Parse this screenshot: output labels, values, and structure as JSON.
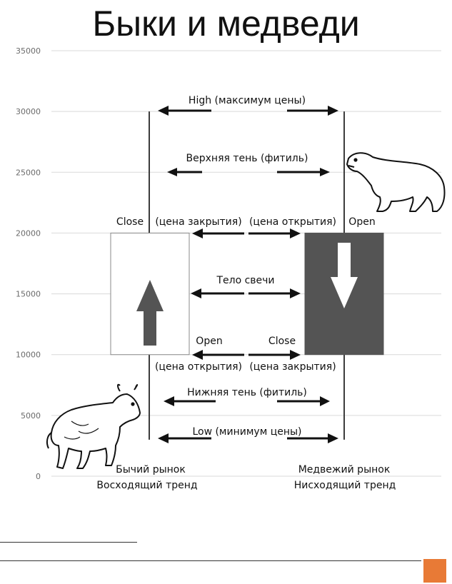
{
  "title": "Быки и медведи",
  "chart_data": {
    "type": "candlestick",
    "ylim": [
      0,
      35000
    ],
    "yticks": [
      0,
      5000,
      10000,
      15000,
      20000,
      25000,
      30000,
      35000
    ],
    "grid": true,
    "candles": [
      {
        "name": "bull",
        "open": 10000,
        "close": 20000,
        "high": 30000,
        "low": 3000,
        "color": "#ffffff",
        "direction": "up"
      },
      {
        "name": "bear",
        "open": 20000,
        "close": 10000,
        "high": 30000,
        "low": 3000,
        "color": "#545454",
        "direction": "down"
      }
    ],
    "annotations": {
      "high": "High (максимум цены)",
      "upper_shadow": "Верхняя тень (фитиль)",
      "close_top": "Close",
      "close_top_note": "(цена закрытия)",
      "open_top_note": "(цена открытия)",
      "open_top": "Open",
      "body": "Тело свечи",
      "open_bottom": "Open",
      "close_bottom": "Close",
      "open_bottom_note": "(цена открытия)",
      "close_bottom_note": "(цена закрытия)",
      "lower_shadow": "Нижняя тень (фитиль)",
      "low": "Low (минимум цены)"
    },
    "categories": [
      {
        "market": "Бычий рынок",
        "trend": "Восходящий тренд"
      },
      {
        "market": "Медвежий рынок",
        "trend": "Нисходящий тренд"
      }
    ]
  },
  "colors": {
    "accent": "#e87a36",
    "bear_body": "#545454",
    "bull_arrow": "#545454"
  },
  "icons": [
    "bull-icon",
    "bear-icon"
  ]
}
